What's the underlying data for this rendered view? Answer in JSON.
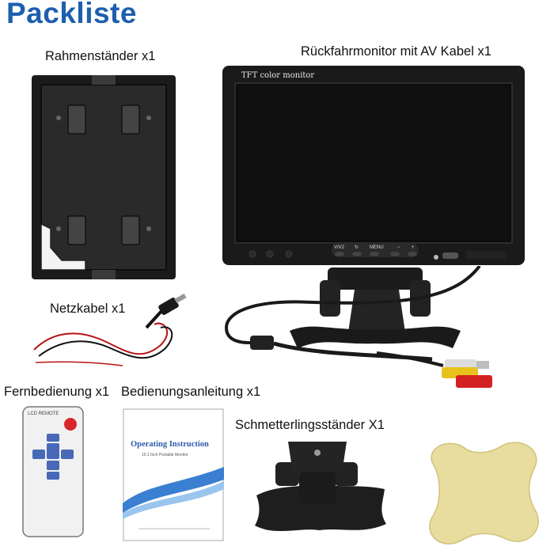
{
  "title": "Packliste",
  "items": {
    "frame": {
      "label": "Rahmenständer x1"
    },
    "monitor": {
      "label": "Rückfahrmonitor mit AV Kabel x1",
      "screen_caption": "TFT color monitor",
      "buttons": [
        "V/V2",
        "↻",
        "MENU",
        "−",
        "+"
      ]
    },
    "power_cable": {
      "label": "Netzkabel x1"
    },
    "remote": {
      "label": "Fernbedienung x1",
      "brand": "LCD REMOTE"
    },
    "manual": {
      "label": "Bedienungsanleitung x1",
      "heading": "Operating Instruction",
      "subheading": "10.1 Inch Portable Monitor"
    },
    "butterfly_stand": {
      "label": "Schmetterlingsständer X1"
    }
  }
}
